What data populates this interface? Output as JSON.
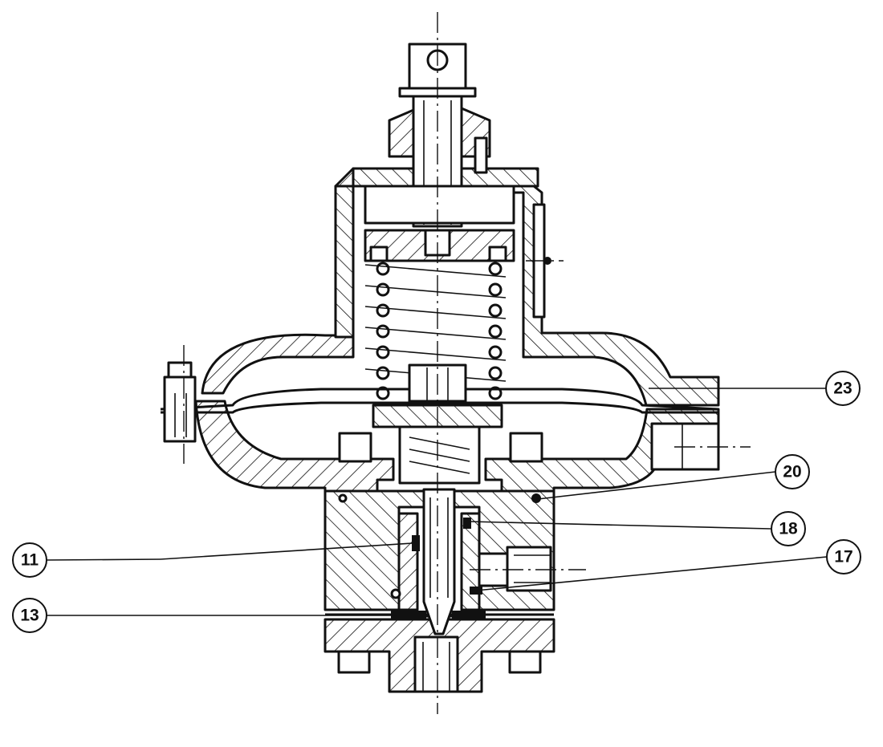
{
  "callouts": [
    {
      "id": "c23",
      "label": "23"
    },
    {
      "id": "c20",
      "label": "20"
    },
    {
      "id": "c18",
      "label": "18"
    },
    {
      "id": "c17",
      "label": "17"
    },
    {
      "id": "c11",
      "label": "11"
    },
    {
      "id": "c13",
      "label": "13"
    }
  ]
}
